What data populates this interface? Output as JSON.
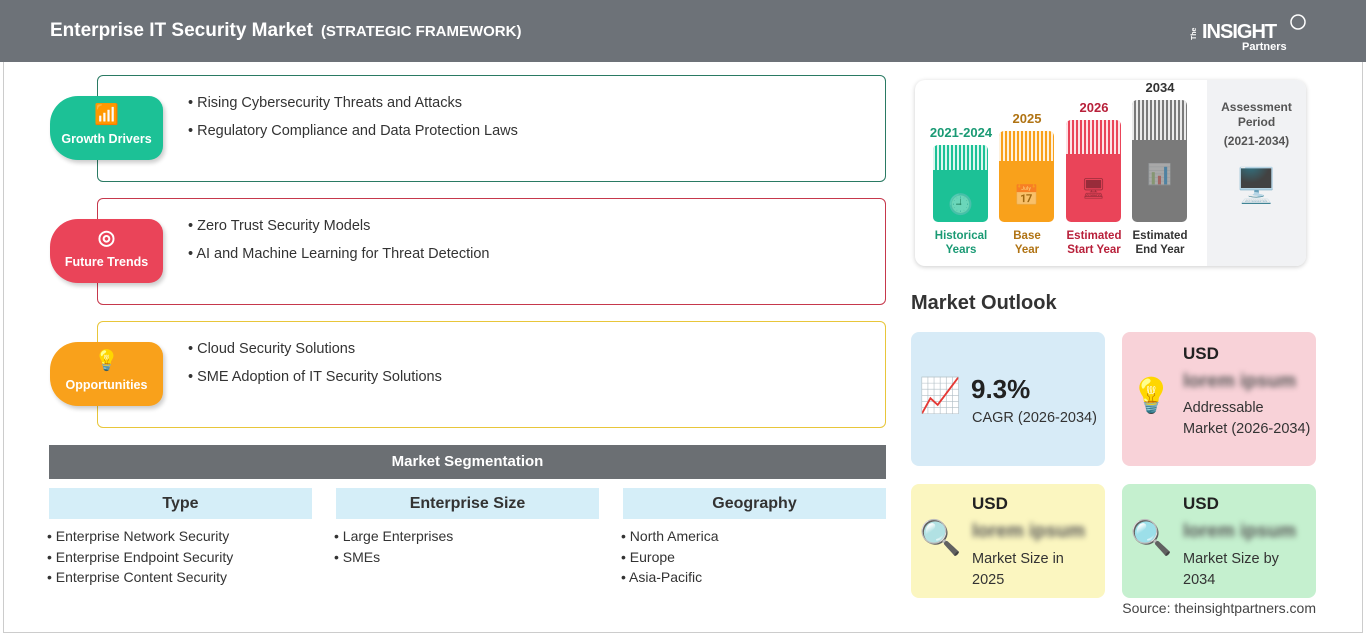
{
  "header": {
    "title": "Enterprise IT Security Market",
    "subtitle": "(STRATEGIC FRAMEWORK)",
    "logo": "The INSIGHT Partners"
  },
  "sections": [
    {
      "label": "Growth Drivers",
      "icon": "chart-growth-icon",
      "color": "#1cc196",
      "border": "#2a7a63",
      "items": [
        "Rising Cybersecurity Threats and Attacks",
        "Regulatory Compliance and Data Protection Laws"
      ]
    },
    {
      "label": "Future Trends",
      "icon": "target-icon",
      "color": "#ea4459",
      "border": "#c6384c",
      "items": [
        "Zero Trust Security Models",
        "AI and Machine Learning for Threat Detection"
      ]
    },
    {
      "label": "Opportunities",
      "icon": "lightbulb-hand-icon",
      "color": "#f9a11b",
      "border": "#e8c63a",
      "items": [
        "Cloud Security Solutions",
        "SME Adoption of IT Security Solutions"
      ]
    }
  ],
  "segmentation": {
    "title": "Market Segmentation",
    "columns": [
      {
        "header": "Type",
        "items": [
          "Enterprise Network Security",
          "Enterprise Endpoint Security",
          "Enterprise Content Security"
        ]
      },
      {
        "header": "Enterprise Size",
        "items": [
          "Large Enterprises",
          "SMEs"
        ]
      },
      {
        "header": "Geography",
        "items": [
          "North America",
          "Europe",
          "Asia-Pacific"
        ]
      }
    ]
  },
  "timeline": {
    "bars": [
      {
        "year": "2021-2024",
        "label1": "Historical",
        "label2": "Years",
        "color": "#1cc196",
        "text": "#1a9a74"
      },
      {
        "year": "2025",
        "label1": "Base",
        "label2": "Year",
        "color": "#f9a11b",
        "text": "#b07313"
      },
      {
        "year": "2026",
        "label1": "Estimated",
        "label2": "Start Year",
        "color": "#ea4459",
        "text": "#b8203a"
      },
      {
        "year": "2034",
        "label1": "Estimated",
        "label2": "End Year",
        "color": "#7a7a7a",
        "text": "#333333"
      }
    ],
    "assessment": "Assessment Period",
    "assessment_range": "(2021-2034)"
  },
  "outlook": {
    "title": "Market Outlook",
    "cagr": {
      "value": "9.3%",
      "label": "CAGR (2026-2034)"
    },
    "addressable": {
      "currency": "USD",
      "value": "lorem ipsum",
      "label": "Addressable Market (2026-2034)"
    },
    "size2025": {
      "currency": "USD",
      "value": "lorem ipsum",
      "label": "Market Size in 2025"
    },
    "size2034": {
      "currency": "USD",
      "value": "lorem ipsum",
      "label": "Market Size by 2034"
    }
  },
  "source": "Source: theinsightpartners.com"
}
